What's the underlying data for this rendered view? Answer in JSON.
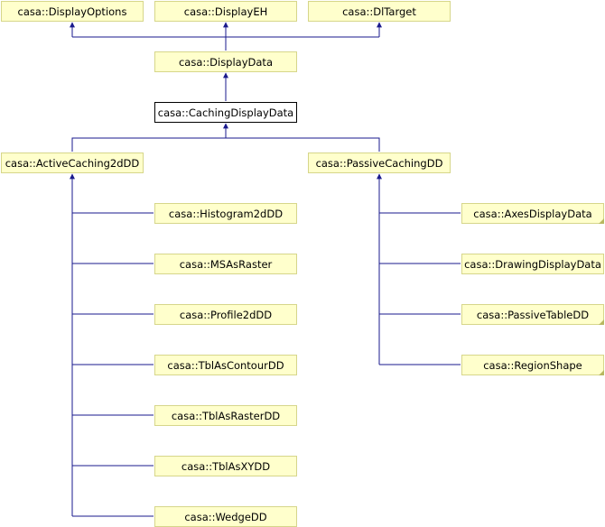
{
  "diagram": {
    "nodes": {
      "display_options": "casa::DisplayOptions",
      "display_eh": "casa::DisplayEH",
      "dl_target": "casa::DlTarget",
      "display_data": "casa::DisplayData",
      "caching_display_data": "casa::CachingDisplayData",
      "active_caching_2d_dd": "casa::ActiveCaching2dDD",
      "passive_caching_dd": "casa::PassiveCachingDD",
      "histogram_2d_dd": "casa::Histogram2dDD",
      "ms_as_raster": "casa::MSAsRaster",
      "profile_2d_dd": "casa::Profile2dDD",
      "tbl_as_contour_dd": "casa::TblAsContourDD",
      "tbl_as_raster_dd": "casa::TblAsRasterDD",
      "tbl_as_xy_dd": "casa::TblAsXYDD",
      "wedge_dd": "casa::WedgeDD",
      "axes_display_data": "casa::AxesDisplayData",
      "drawing_display_data": "casa::DrawingDisplayData",
      "passive_table_dd": "casa::PassiveTableDD",
      "region_shape": "casa::RegionShape"
    },
    "colors": {
      "edge": "#1a1a8c",
      "node_fill": "#ffffcc",
      "node_border": "#d6d68a"
    }
  }
}
